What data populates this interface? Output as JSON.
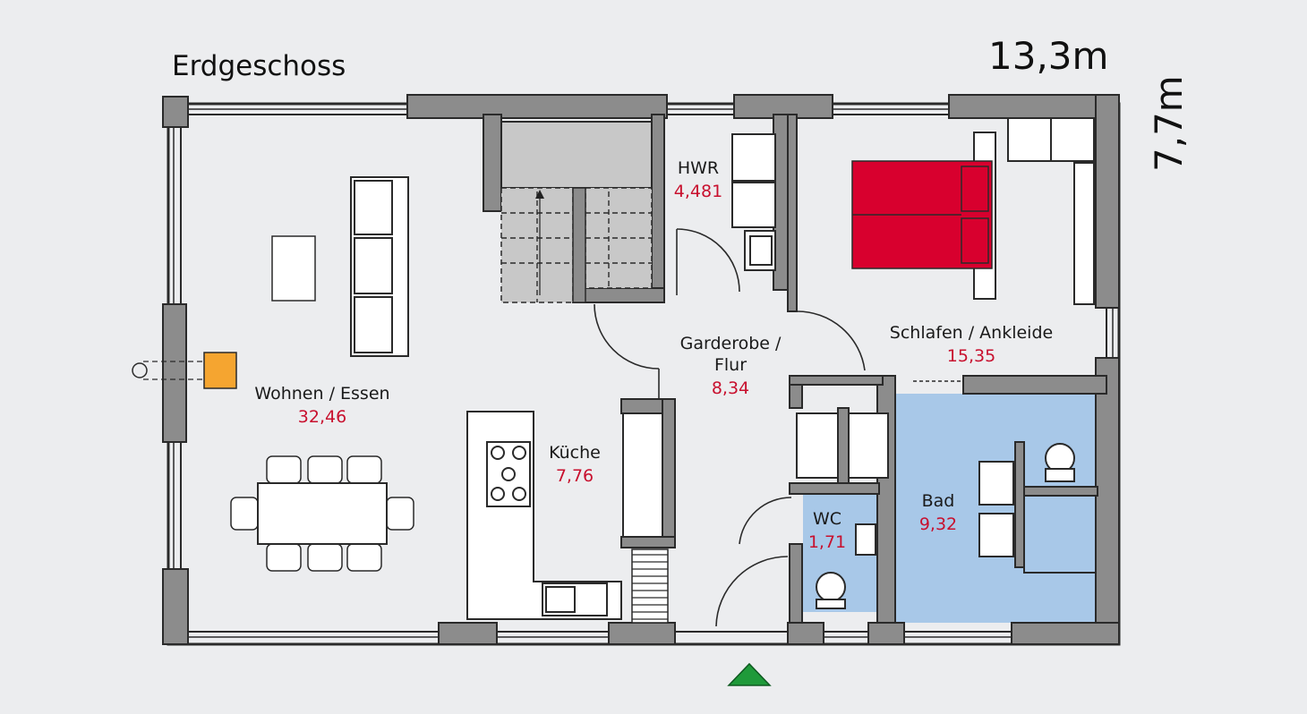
{
  "floor_title": "Erdgeschoss",
  "dimensions": {
    "width": "13,3m",
    "depth": "7,7m"
  },
  "rooms": [
    {
      "id": "wohnen",
      "name": "Wohnen / Essen",
      "area": "32,46"
    },
    {
      "id": "kueche",
      "name": "Küche",
      "area": "7,76"
    },
    {
      "id": "hwr",
      "name": "HWR",
      "area": "4,481"
    },
    {
      "id": "flur",
      "name": "Garderobe /",
      "name2": "Flur",
      "area": "8,34"
    },
    {
      "id": "schlafen",
      "name": "Schlafen / Ankleide",
      "area": "15,35"
    },
    {
      "id": "wc",
      "name": "WC",
      "area": "1,71"
    },
    {
      "id": "bad",
      "name": "Bad",
      "area": "9,32"
    }
  ],
  "colors": {
    "background": "#ecedef",
    "wall": "#8c8c8c",
    "wall_outline": "#2a2a2a",
    "bath_fill": "#a8c8e8",
    "stair_fill": "#c8c8c8",
    "bed_fill": "#d8002e",
    "stove_fill": "#f5a530",
    "entrance_marker": "#1f9a3a",
    "area_text": "#c8102e"
  },
  "icons": {
    "entrance": "green-triangle-icon",
    "stove": "fireplace-icon"
  }
}
